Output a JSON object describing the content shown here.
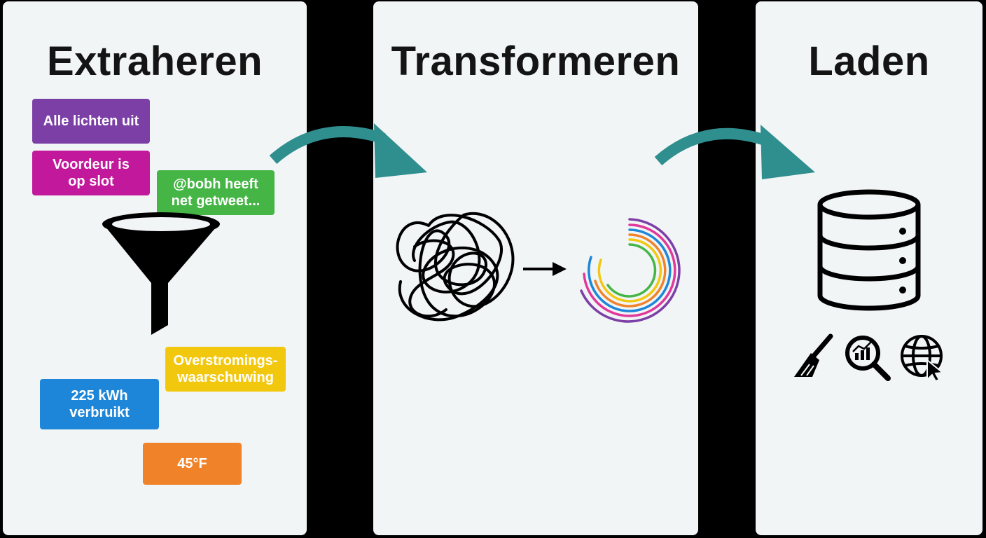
{
  "panels": [
    {
      "title": "Extraheren"
    },
    {
      "title": "Transformeren"
    },
    {
      "title": "Laden"
    }
  ],
  "extract_tags": [
    {
      "text": "Alle lichten uit",
      "color": "#7b3fa6"
    },
    {
      "text": "Voordeur is\nop slot",
      "color": "#c2189b"
    },
    {
      "text": "@bobh heeft\nnet getweet...",
      "color": "#45b545"
    },
    {
      "text": "Overstromings-\nwaarschuwing",
      "color": "#f2c80f"
    },
    {
      "text": "225 kWh\nverbruikt",
      "color": "#1e86d8"
    },
    {
      "text": "45°F",
      "color": "#f0832a"
    }
  ],
  "colors": {
    "arrow": "#2f8e8e",
    "panel_bg": "#f2f5f6",
    "spiral": [
      "#7b3fa6",
      "#e0389b",
      "#1e86d8",
      "#f0832a",
      "#f2c80f",
      "#45b545"
    ]
  },
  "icons": {
    "funnel": "funnel-icon",
    "tangle": "tangled-lines-icon",
    "small_arrow": "arrow-right-icon",
    "spiral": "colored-spiral-icon",
    "database": "database-icon",
    "cleaning": "broom-icon",
    "analysis": "magnifier-chart-icon",
    "web": "globe-cursor-icon"
  }
}
